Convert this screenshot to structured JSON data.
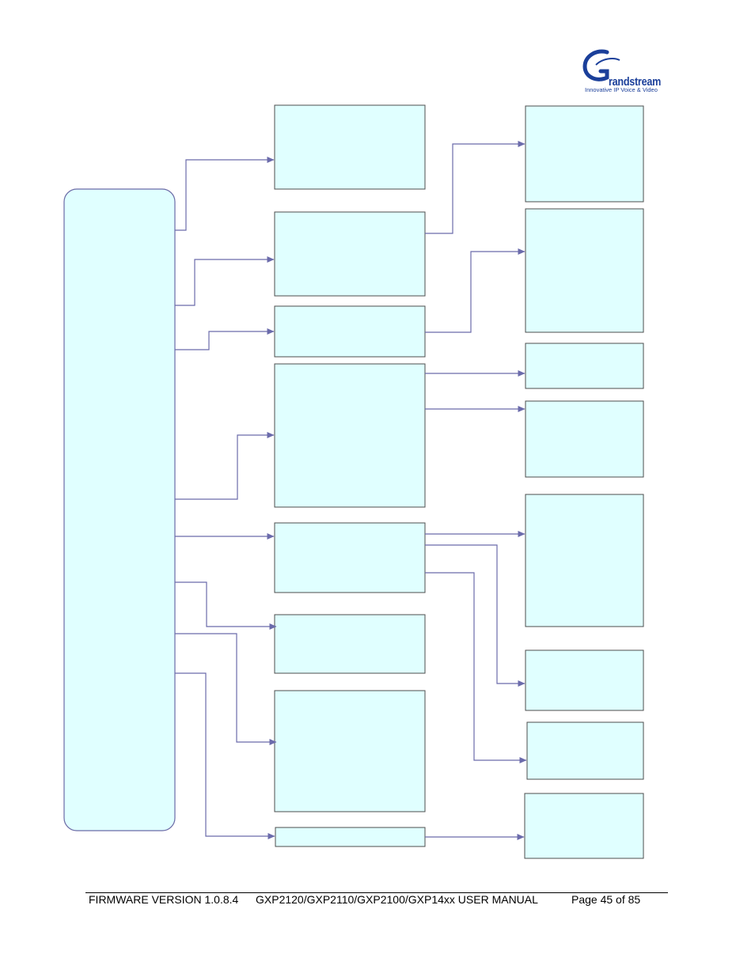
{
  "header": {
    "logo_brand": "Grandstream",
    "logo_tagline": "Innovative IP Voice & Video",
    "brand_color": "#1b3f9a"
  },
  "diagram": {
    "box_fill": "#e0ffff",
    "connector_color": "#6b6bab"
  },
  "footer": {
    "firmware": "FIRMWARE VERSION 1.0.8.4",
    "manual": "GXP2120/GXP2110/GXP2100/GXP14xx USER MANUAL",
    "page": "Page 45 of 85"
  }
}
